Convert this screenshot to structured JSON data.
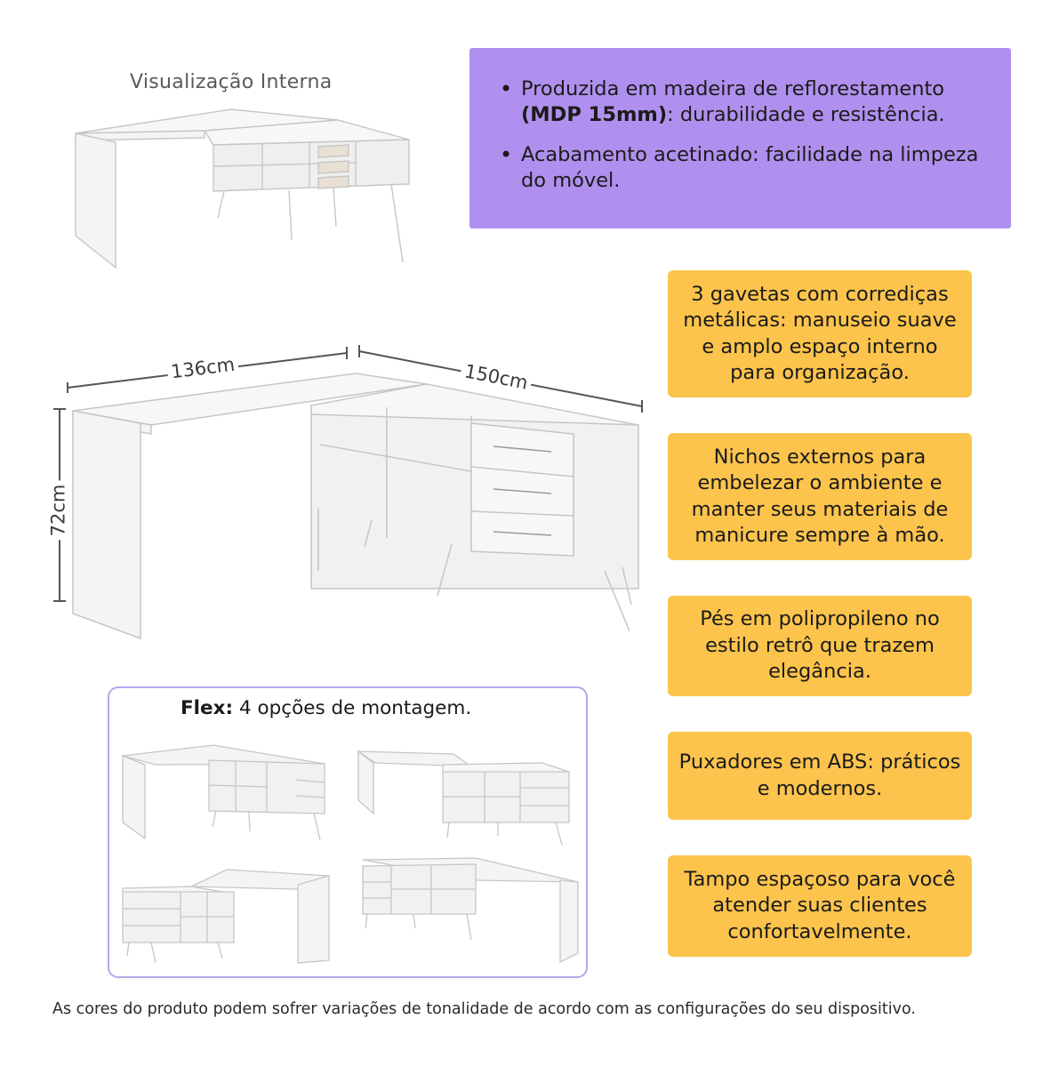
{
  "interna_title": "Visualização Interna",
  "features_purple": [
    {
      "before": "Produzida em madeira de reflorestamento ",
      "bold": "(MDP 15mm)",
      "after": ": durabilidade e resistência."
    },
    {
      "before": "Acabamento acetinado: facilidade na limpeza do móvel.",
      "bold": "",
      "after": ""
    }
  ],
  "features_orange": [
    "3 gavetas com corrediças metálicas: manuseio suave e amplo espaço interno para organização.",
    "Nichos externos para embelezar o ambiente e manter seus materiais de manicure sempre à mão.",
    "Pés em polipropileno no estilo retrô que trazem elegância.",
    "Puxadores em ABS: práticos e modernos.",
    "Tampo espaçoso para você atender suas clientes confortavelmente."
  ],
  "dimensions": {
    "width_left": "136cm",
    "width_right": "150cm",
    "height": "72cm"
  },
  "flex": {
    "bold": "Flex:",
    "text": " 4 opções de montagem."
  },
  "footer": "As cores do produto podem sofrer variações de tonalidade de acordo com as configurações do seu dispositivo.",
  "colors": {
    "purple": "#b090ee",
    "orange": "#fcc44c",
    "flex_border": "#b7a5e9",
    "furniture": "#f3f3f3",
    "outline": "#c9c9c9"
  }
}
